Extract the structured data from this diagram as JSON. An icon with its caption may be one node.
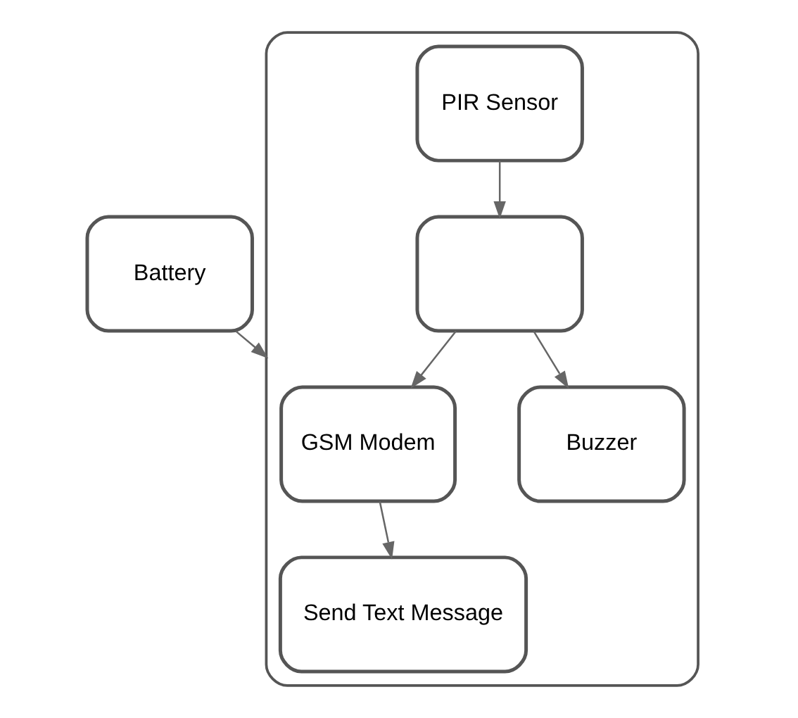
{
  "diagram": {
    "nodes": [
      {
        "text": [
          "Battery"
        ]
      },
      {
        "text": [],
        "shape": "box"
      },
      {
        "text": [
          "PIR Sensor"
        ],
        "in": 1
      },
      {
        "text": [],
        "shape": "box",
        "in": 1
      },
      {
        "text": [
          "GSM Modem"
        ],
        "in": 1
      },
      {
        "text": [
          "Buzzer"
        ],
        "in": 1
      },
      {
        "text": [
          "Send Text Message"
        ],
        "in": 1
      }
    ],
    "edges": [
      {
        "from": 0,
        "to": 1,
        "arrow": "to"
      },
      {
        "from": 2,
        "to": 3,
        "arrow": "to"
      },
      {
        "from": 3,
        "to": 4,
        "arrow": "to"
      },
      {
        "from": 3,
        "to": 5,
        "arrow": "to"
      },
      {
        "from": 4,
        "to": 6,
        "arrow": "to"
      }
    ]
  }
}
